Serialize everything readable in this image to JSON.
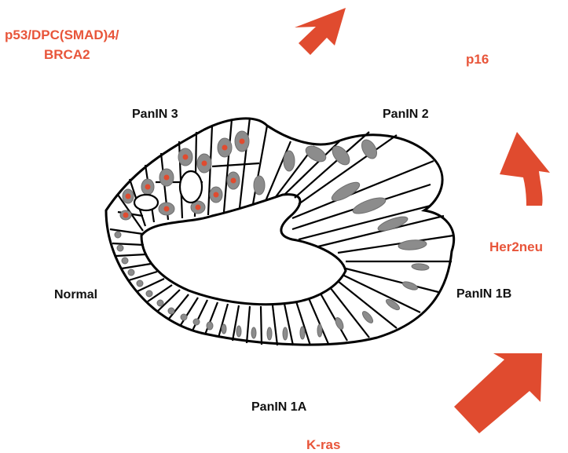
{
  "stages": {
    "normal": "Normal",
    "panin_1a": "PanIN 1A",
    "panin_1b": "PanIN 1B",
    "panin_2": "PanIN 2",
    "panin_3": "PanIN 3"
  },
  "genes": {
    "kras": "K-ras",
    "her2neu": "Her2neu",
    "p16": "p16",
    "late_line1": "p53/DPC(SMAD)4/",
    "late_line2": "BRCA2"
  },
  "colors": {
    "gene_label": "#e8553a",
    "arrow_fill": "#e04b2f",
    "outline": "#000000",
    "nucleus": "#8c8c8c",
    "red_dot": "#e04b2f"
  }
}
